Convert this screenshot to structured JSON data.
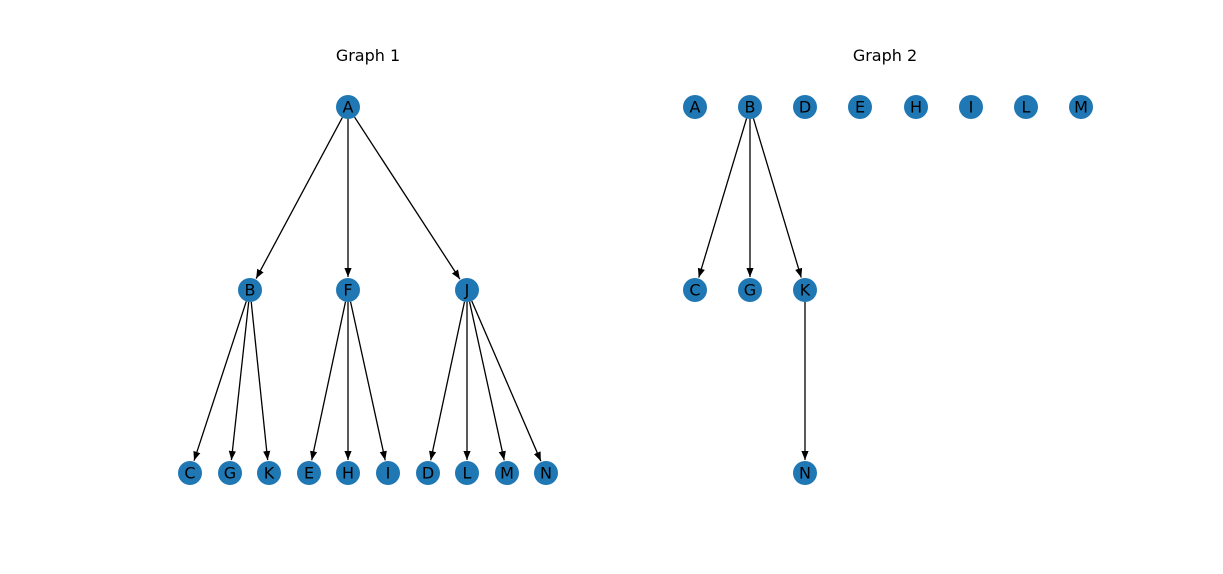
{
  "graphs": [
    {
      "id": "g1",
      "title": "Graph 1",
      "nodes": [
        "A",
        "B",
        "F",
        "J",
        "C",
        "G",
        "K",
        "E",
        "H",
        "I",
        "D",
        "L",
        "M",
        "N"
      ],
      "edges": [
        [
          "A",
          "B"
        ],
        [
          "A",
          "F"
        ],
        [
          "A",
          "J"
        ],
        [
          "B",
          "C"
        ],
        [
          "B",
          "G"
        ],
        [
          "B",
          "K"
        ],
        [
          "F",
          "E"
        ],
        [
          "F",
          "H"
        ],
        [
          "F",
          "I"
        ],
        [
          "J",
          "D"
        ],
        [
          "J",
          "L"
        ],
        [
          "J",
          "M"
        ],
        [
          "J",
          "N"
        ]
      ]
    },
    {
      "id": "g2",
      "title": "Graph 2",
      "nodes": [
        "A",
        "B",
        "D",
        "E",
        "H",
        "I",
        "L",
        "M",
        "C",
        "G",
        "K",
        "N"
      ],
      "edges": [
        [
          "B",
          "C"
        ],
        [
          "B",
          "G"
        ],
        [
          "B",
          "K"
        ],
        [
          "K",
          "N"
        ]
      ]
    }
  ],
  "colors": {
    "node": "#1f77b4",
    "edge": "#000000",
    "label": "#000000"
  }
}
